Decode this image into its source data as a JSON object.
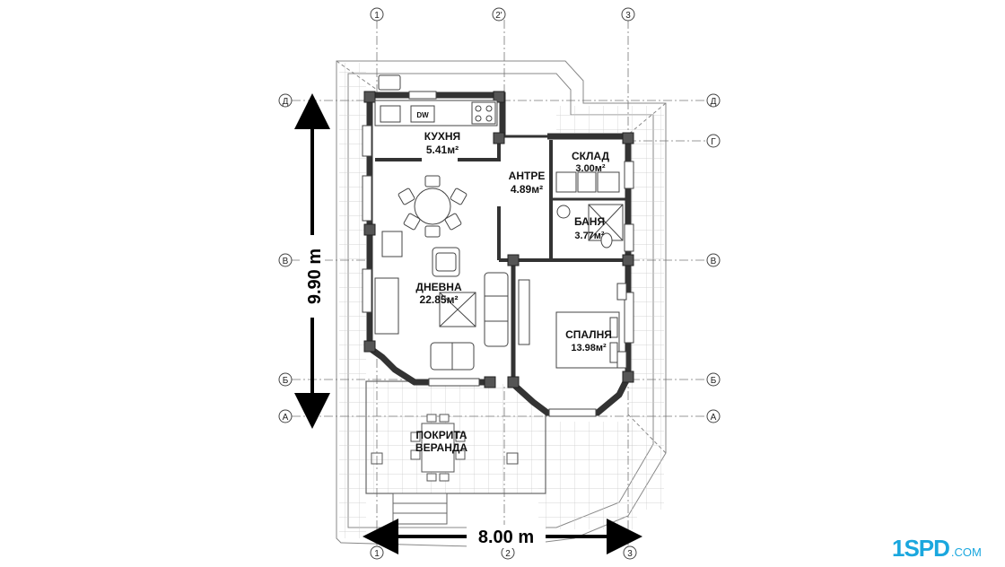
{
  "rooms": {
    "kitchen": {
      "name": "КУХНЯ",
      "area": "5.41м²"
    },
    "hall": {
      "name": "АНТРЕ",
      "area": "4.89м²"
    },
    "storage": {
      "name": "СКЛАД",
      "area": "3.00м²"
    },
    "bath": {
      "name": "БАНЯ",
      "area": "3.77м²"
    },
    "living": {
      "name": "ДНЕВНА",
      "area": "22.85м²"
    },
    "bedroom": {
      "name": "СПАЛНЯ",
      "area": "13.98м²"
    },
    "veranda": {
      "name1": "ПОКРИТА",
      "name2": "ВЕРАНДА"
    }
  },
  "axes": {
    "top": [
      "1",
      "2'",
      "3"
    ],
    "bottom": [
      "1",
      "2",
      "3"
    ],
    "left": [
      "Д",
      "В",
      "Б",
      "А"
    ],
    "right": [
      "Д",
      "Г",
      "В",
      "Б",
      "А"
    ]
  },
  "dimensions": {
    "height": "9.90 m",
    "width": "8.00 m"
  },
  "appliance": {
    "dishwasher": "DW"
  },
  "logo": {
    "mark": "1SPD",
    "domain": ".COM"
  }
}
